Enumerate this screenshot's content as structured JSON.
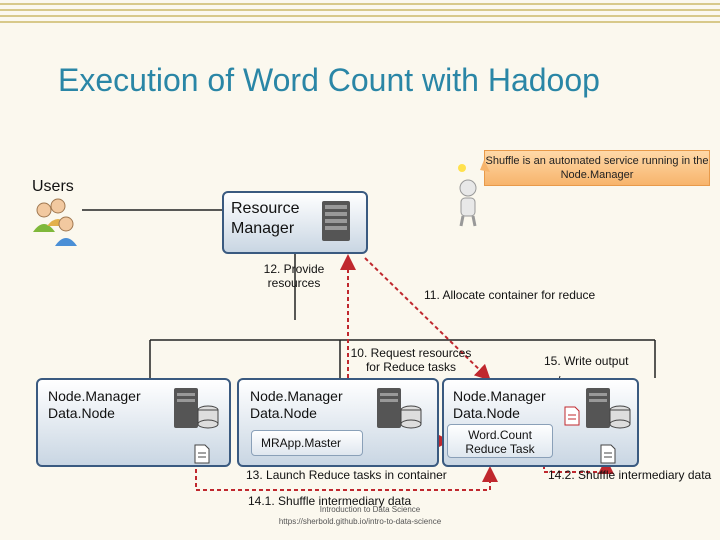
{
  "title": "Execution of Word Count with Hadoop",
  "callout": "Shuffle is an automated service running in the Node.Manager",
  "users_label": "Users",
  "resource_manager": "Resource Manager",
  "steps": {
    "s12": "12. Provide resources",
    "s11": "11. Allocate container for reduce",
    "s10": "10. Request resources for Reduce tasks",
    "s15": "15. Write output",
    "s13": "13. Launch Reduce tasks in container",
    "s141": "14.1. Shuffle intermediary data",
    "s142": "14.2. Shuffle intermediary data"
  },
  "nodes": [
    {
      "name": "Node.Manager",
      "sub": "Data.Node"
    },
    {
      "name": "Node.Manager",
      "sub": "Data.Node"
    },
    {
      "name": "Node.Manager",
      "sub": "Data.Node"
    }
  ],
  "mrapp": "MRApp.Master",
  "reduce_task": "Word.Count Reduce Task",
  "footer": {
    "line1": "Introduction to Data Science",
    "line2": "https://sherbold.github.io/intro-to-data-science"
  },
  "colors": {
    "title": "#2a86a6",
    "node_border": "#3a5a80",
    "arrow": "#c0282e",
    "callout": "#f7b46c"
  },
  "icons": [
    "users-icon",
    "server-icon",
    "database-server-icon",
    "document-icon",
    "person-idea-icon"
  ]
}
